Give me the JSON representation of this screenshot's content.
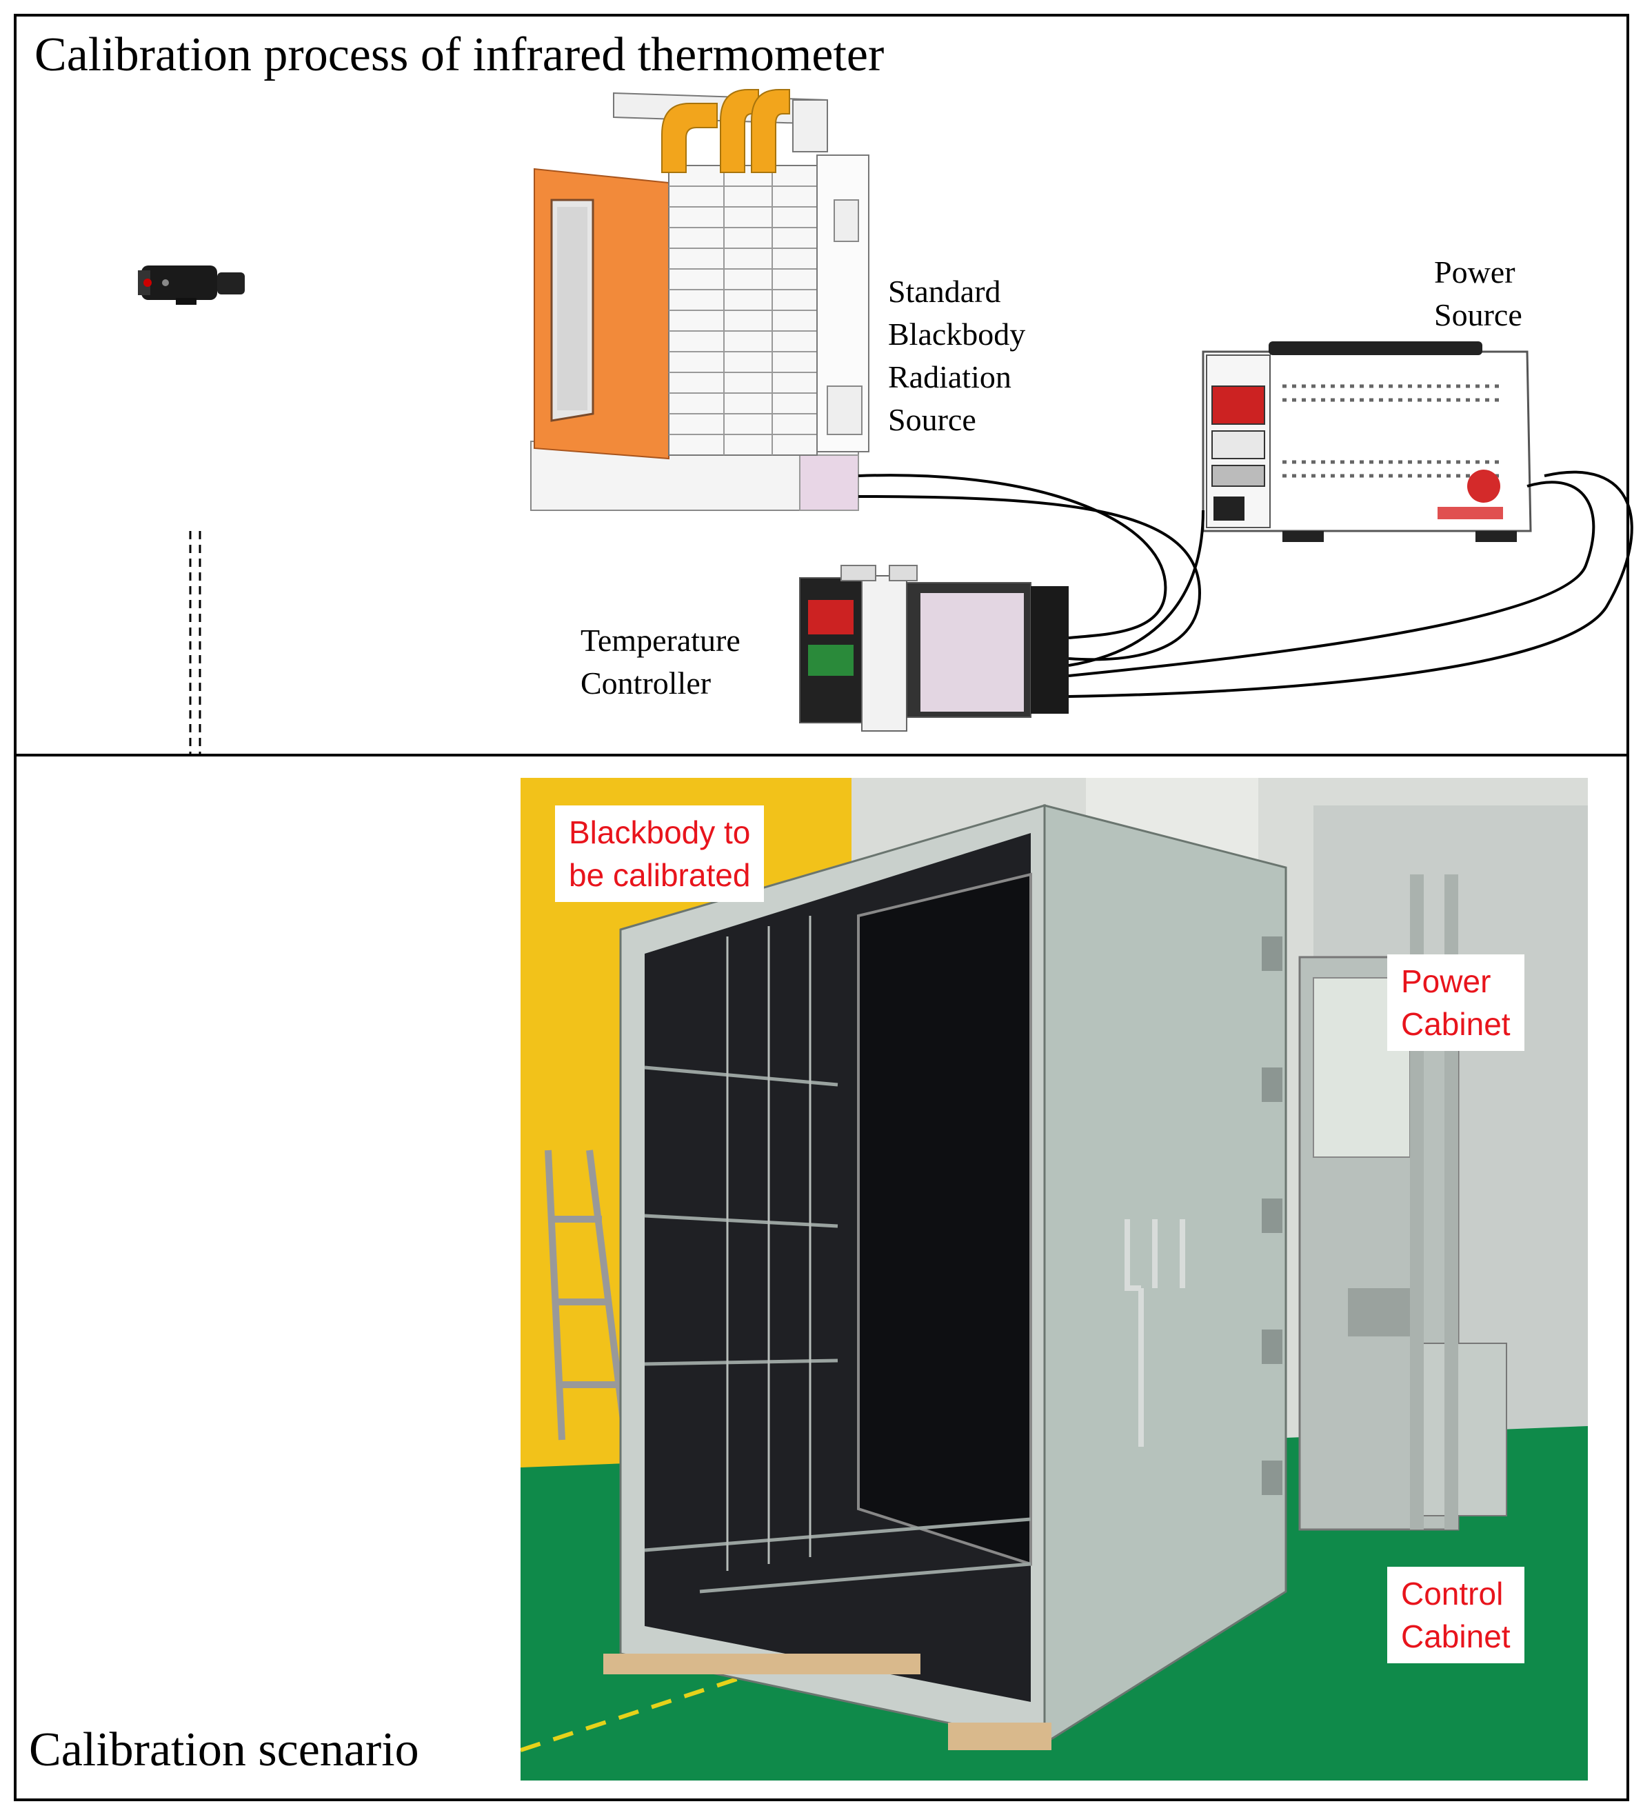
{
  "top_panel": {
    "title": "Calibration process of infrared thermometer",
    "labels": {
      "blackbody": [
        "Standard",
        "Blackbody",
        "Radiation",
        "Source"
      ],
      "power": [
        "Power",
        "Source"
      ],
      "controller": [
        "Temperature",
        "Controller"
      ]
    }
  },
  "bottom_panel": {
    "title": "Calibration scenario",
    "photo_labels": {
      "blackbody": [
        "Blackbody to",
        "be calibrated"
      ],
      "power_cabinet": [
        "Power",
        "Cabinet"
      ],
      "control_cabinet": [
        "Control",
        "Cabinet"
      ]
    }
  },
  "colors": {
    "frame": "#000000",
    "label_red": "#e8141c",
    "blackbody_orange": "#f28a3a",
    "floor_green": "#0f8a4a",
    "wall_yellow": "#f2c21a",
    "cabinet_gray": "#c9d0cc"
  },
  "icons": {
    "thermometer": "thermometer-icon",
    "arrow": "dashed-down-arrow"
  }
}
